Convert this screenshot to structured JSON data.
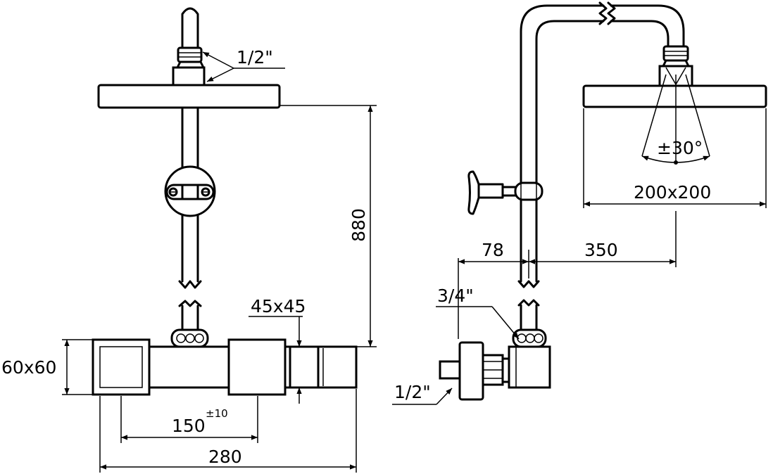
{
  "dimensions": {
    "thread_half_inch": "1/2\"",
    "height_880": "880",
    "profile_45": "45x45",
    "profile_60": "60x60",
    "spacing_150": "150",
    "spacing_150_tol": "±10",
    "length_280": "280",
    "offset_78": "78",
    "reach_350": "350",
    "thread_three_quarter": "3/4\"",
    "thread_half_inch_inlet": "1/2\"",
    "tilt_angle": "±30°",
    "head_size": "200x200"
  },
  "colors": {
    "line": "#000000",
    "background": "#ffffff"
  }
}
